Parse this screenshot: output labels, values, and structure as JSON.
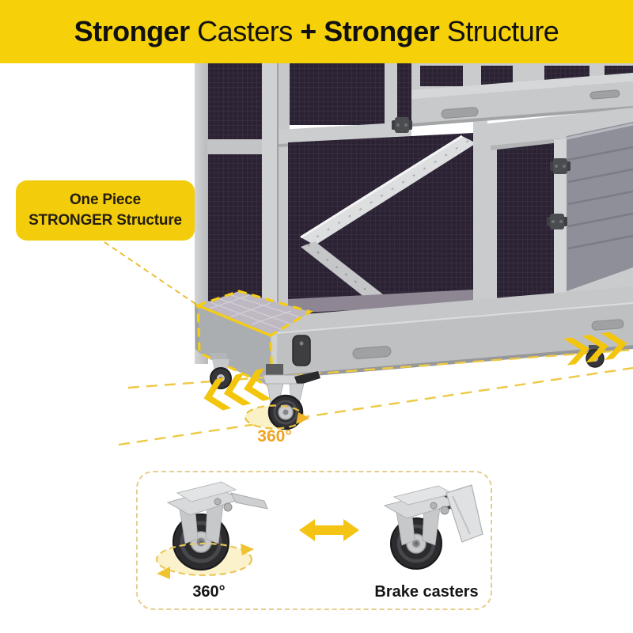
{
  "banner": {
    "seg1": "Stronger",
    "seg2": " Casters ",
    "seg3": "+ Stronger",
    "seg4": " Structure"
  },
  "callout": {
    "line1": "One Piece",
    "line2": "STRONGER Structure"
  },
  "photo": {
    "rotation_label": "360°"
  },
  "comparison": {
    "left_label": "360°",
    "right_label": "Brake casters"
  },
  "colors": {
    "banner_yellow": "#F6D10A",
    "callout_yellow": "#F3CD0C",
    "annotation_yellow": "#F2C93C",
    "dashed_highlight_yellow": "#F5CD12",
    "rotation_label_orange": "#F0A31F",
    "panel_border_tan": "#E6CE8F",
    "cage_frame_gray": "#C9CBCD",
    "mesh_dark": "#2B2234",
    "solid_door_gray": "#8F8F99",
    "wheel_black": "#2C2C2F",
    "text_black": "#111111"
  }
}
